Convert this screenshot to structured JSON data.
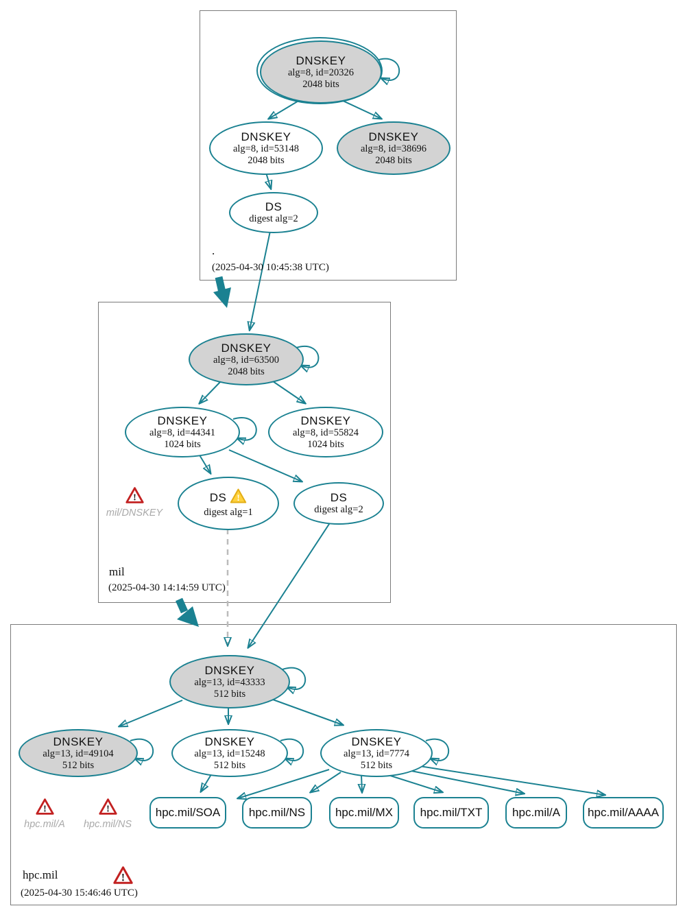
{
  "colors": {
    "secure": "#1A8191",
    "fill": "#D3D3D3",
    "box_border": "#7A7A7A",
    "insecure_dash": "#BBBBBB",
    "error": "#C22121",
    "warning_fill": "#FFD23E",
    "muted_label": "#A9A9A9"
  },
  "zones": {
    "root": {
      "label": ".",
      "timestamp": "(2025-04-30 10:45:38 UTC)",
      "nodes": {
        "ksk20326": {
          "title": "DNSKEY",
          "detail1": "alg=8, id=20326",
          "detail2": "2048 bits"
        },
        "key53148": {
          "title": "DNSKEY",
          "detail1": "alg=8, id=53148",
          "detail2": "2048 bits"
        },
        "key38696": {
          "title": "DNSKEY",
          "detail1": "alg=8, id=38696",
          "detail2": "2048 bits"
        },
        "ds": {
          "title": "DS",
          "detail1": "digest alg=2"
        }
      }
    },
    "mil": {
      "label": "mil",
      "timestamp": "(2025-04-30 14:14:59 UTC)",
      "error": {
        "label": "mil/DNSKEY"
      },
      "nodes": {
        "ksk63500": {
          "title": "DNSKEY",
          "detail1": "alg=8, id=63500",
          "detail2": "2048 bits"
        },
        "key44341": {
          "title": "DNSKEY",
          "detail1": "alg=8, id=44341",
          "detail2": "1024 bits"
        },
        "key55824": {
          "title": "DNSKEY",
          "detail1": "alg=8, id=55824",
          "detail2": "1024 bits"
        },
        "ds1": {
          "title": "DS",
          "detail1": "digest alg=1"
        },
        "ds2": {
          "title": "DS",
          "detail1": "digest alg=2"
        }
      }
    },
    "hpc": {
      "label": "hpc.mil",
      "timestamp": "(2025-04-30 15:46:46 UTC)",
      "errors": [
        {
          "label": "hpc.mil/A"
        },
        {
          "label": "hpc.mil/NS"
        }
      ],
      "nodes": {
        "ksk43333": {
          "title": "DNSKEY",
          "detail1": "alg=13, id=43333",
          "detail2": "512 bits"
        },
        "key49104": {
          "title": "DNSKEY",
          "detail1": "alg=13, id=49104",
          "detail2": "512 bits"
        },
        "key15248": {
          "title": "DNSKEY",
          "detail1": "alg=13, id=15248",
          "detail2": "512 bits"
        },
        "key7774": {
          "title": "DNSKEY",
          "detail1": "alg=13, id=7774",
          "detail2": "512 bits"
        }
      },
      "rrsets": [
        {
          "label": "hpc.mil/SOA"
        },
        {
          "label": "hpc.mil/NS"
        },
        {
          "label": "hpc.mil/MX"
        },
        {
          "label": "hpc.mil/TXT"
        },
        {
          "label": "hpc.mil/A"
        },
        {
          "label": "hpc.mil/AAAA"
        }
      ]
    }
  }
}
